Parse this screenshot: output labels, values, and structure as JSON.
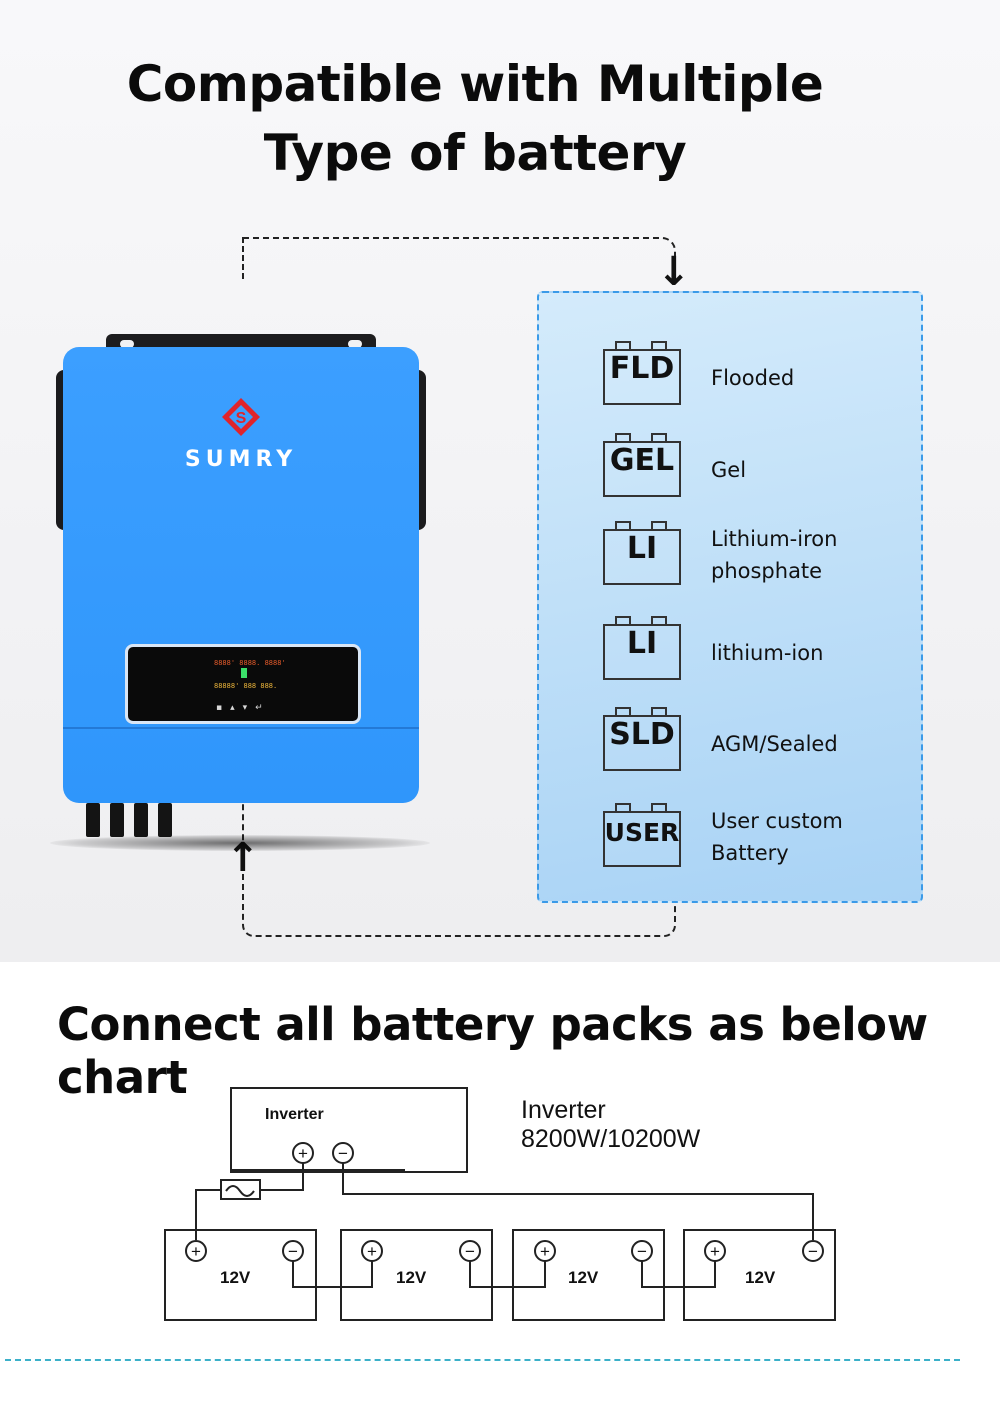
{
  "hero": {
    "title_line1": "Compatible with Multiple",
    "title_line2": "Type of battery"
  },
  "inverter": {
    "brand": "SUMRY",
    "screen_line1": "8888' 8888. 8888'",
    "screen_line2": "88888' 888  888."
  },
  "batteries": [
    {
      "code": "FLD",
      "label_line1": "Flooded",
      "label_line2": ""
    },
    {
      "code": "GEL",
      "label_line1": "Gel",
      "label_line2": ""
    },
    {
      "code": "LI",
      "label_line1": "Lithium-iron",
      "label_line2": "phosphate"
    },
    {
      "code": "LI",
      "label_line1": "lithium-ion",
      "label_line2": ""
    },
    {
      "code": "SLD",
      "label_line1": "AGM/Sealed",
      "label_line2": ""
    },
    {
      "code": "USER",
      "label_line1": "User custom",
      "label_line2": "Battery"
    }
  ],
  "wiring": {
    "heading": "Connect all battery packs as below chart",
    "inverter_box_label": "Inverter",
    "inverter_model_line1": "Inverter",
    "inverter_model_line2": "8200W/10200W",
    "plus_symbol": "+",
    "minus_symbol": "−",
    "battery_voltage": "12V",
    "battery_voltage_list": [
      "12V",
      "12V",
      "12V",
      "12V"
    ]
  },
  "colors": {
    "inverter_body": "#3c9fff",
    "panel_bg": "#bfe0f8",
    "panel_border": "#3a9ae8",
    "logo_red": "#e0242b",
    "bottom_dash": "#3bb0c9"
  },
  "icons": [
    "arrow-down-icon",
    "arrow-up-icon",
    "sumry-logo-icon",
    "fuse-icon"
  ]
}
